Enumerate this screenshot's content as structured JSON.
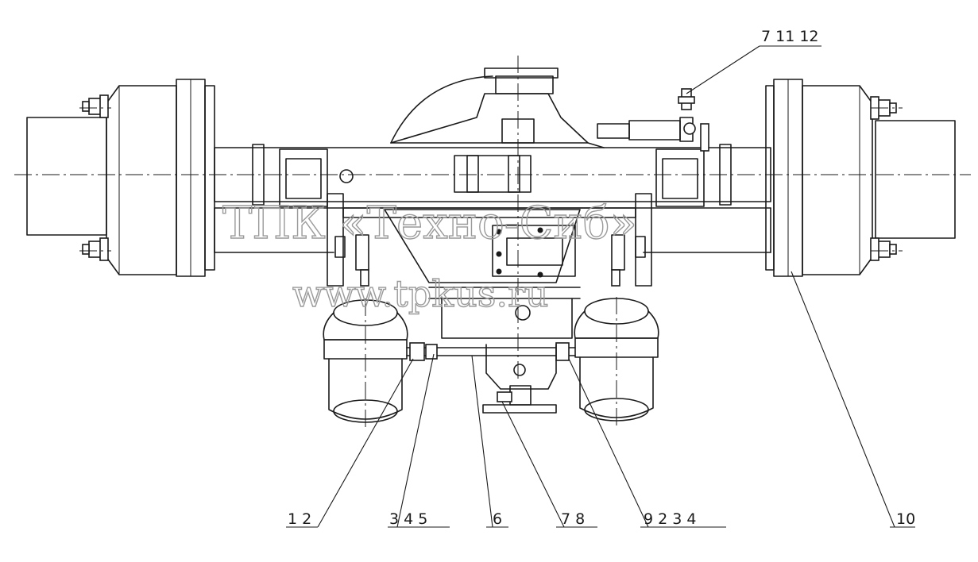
{
  "callouts": {
    "top_right": "7  11 12",
    "b1": "1  2",
    "b2": "3  4  5",
    "b3": "6",
    "b4": "7  8",
    "b5": "9  2  3  4",
    "b6": "10"
  },
  "watermark": {
    "line1": "ТПК «Техно-Сиб»",
    "line2": "www.tpkus.ru"
  }
}
